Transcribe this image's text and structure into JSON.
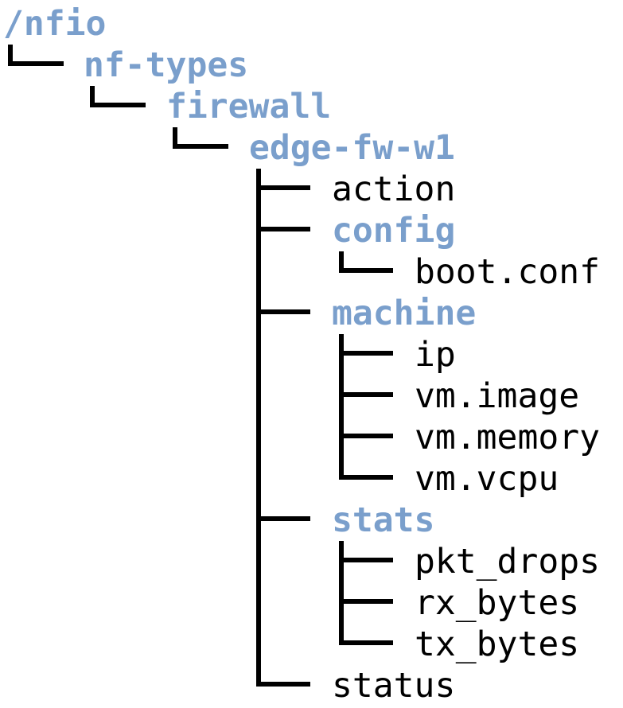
{
  "colors": {
    "directory": "#7a9fcc",
    "file": "#000000",
    "connector": "#000000",
    "background": "#ffffff"
  },
  "tree": {
    "root": {
      "label": "/nfio",
      "kind": "directory"
    },
    "nodes": [
      {
        "id": "nf-types",
        "label": "nf-types",
        "kind": "directory",
        "parent": "root"
      },
      {
        "id": "firewall",
        "label": "firewall",
        "kind": "directory",
        "parent": "nf-types"
      },
      {
        "id": "edge-fw-w1",
        "label": "edge-fw-w1",
        "kind": "directory",
        "parent": "firewall"
      },
      {
        "id": "action",
        "label": "action",
        "kind": "file",
        "parent": "edge-fw-w1"
      },
      {
        "id": "config",
        "label": "config",
        "kind": "directory",
        "parent": "edge-fw-w1"
      },
      {
        "id": "boot-conf",
        "label": "boot.conf",
        "kind": "file",
        "parent": "config"
      },
      {
        "id": "machine",
        "label": "machine",
        "kind": "directory",
        "parent": "edge-fw-w1"
      },
      {
        "id": "ip",
        "label": "ip",
        "kind": "file",
        "parent": "machine"
      },
      {
        "id": "vm-image",
        "label": "vm.image",
        "kind": "file",
        "parent": "machine"
      },
      {
        "id": "vm-memory",
        "label": "vm.memory",
        "kind": "file",
        "parent": "machine"
      },
      {
        "id": "vm-vcpu",
        "label": "vm.vcpu",
        "kind": "file",
        "parent": "machine"
      },
      {
        "id": "stats",
        "label": "stats",
        "kind": "directory",
        "parent": "edge-fw-w1"
      },
      {
        "id": "pkt-drops",
        "label": "pkt_drops",
        "kind": "file",
        "parent": "stats"
      },
      {
        "id": "rx-bytes",
        "label": "rx_bytes",
        "kind": "file",
        "parent": "stats"
      },
      {
        "id": "tx-bytes",
        "label": "tx_bytes",
        "kind": "file",
        "parent": "stats"
      },
      {
        "id": "status",
        "label": "status",
        "kind": "file",
        "parent": "edge-fw-w1"
      }
    ]
  }
}
